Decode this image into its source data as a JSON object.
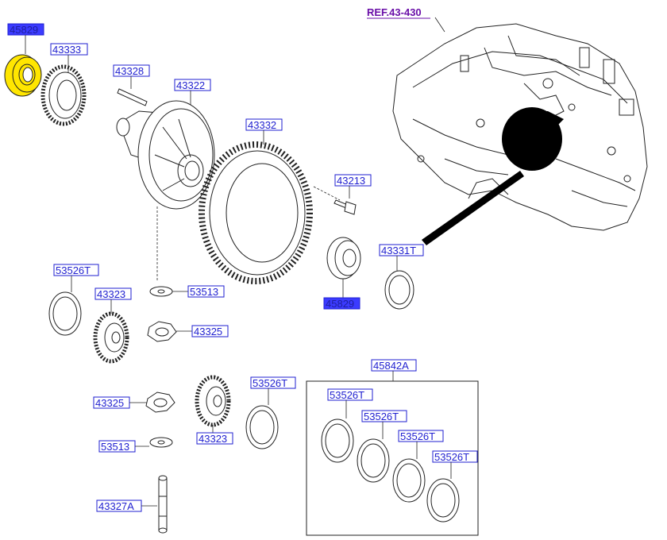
{
  "ref": "REF.43-430",
  "labels": {
    "l45829a": "45829",
    "l43333": "43333",
    "l43328": "43328",
    "l43322": "43322",
    "l43332": "43332",
    "l43213": "43213",
    "l43331t": "43331T",
    "l45829b": "45829",
    "l53526t_a": "53526T",
    "l43323_a": "43323",
    "l53513_a": "53513",
    "l43325_a": "43325",
    "l43325_b": "43325",
    "l53526t_b": "53526T",
    "l43323_b": "43323",
    "l53513_b": "53513",
    "l43327a": "43327A",
    "l45842a": "45842A",
    "l53526t_c": "53526T",
    "l53526t_d": "53526T",
    "l53526t_e": "53526T",
    "l53526t_f": "53526T"
  },
  "colors": {
    "label_text": "#1f1fd0",
    "ref_text": "#6a0fa8",
    "highlight_fill": "#ffe600",
    "highlight_box": "#3b3bff"
  }
}
